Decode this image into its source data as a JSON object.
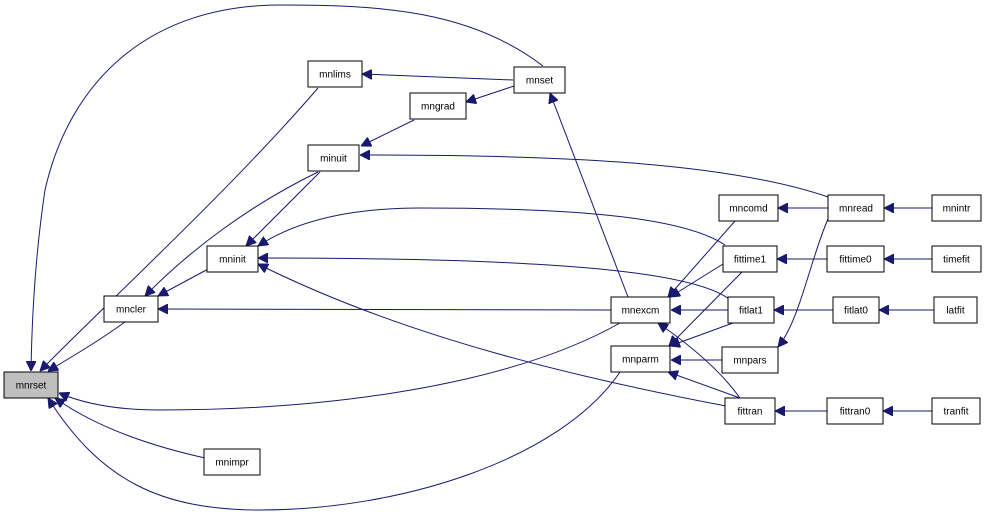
{
  "diagram": {
    "type": "call-graph",
    "highlighted_node": "mnrset",
    "edge_color": "#191970",
    "highlight_fill": "#bfbfbf",
    "nodes": [
      {
        "id": "mnrset",
        "label": "mnrset"
      },
      {
        "id": "mnlims",
        "label": "mnlims"
      },
      {
        "id": "mnset",
        "label": "mnset"
      },
      {
        "id": "mngrad",
        "label": "mngrad"
      },
      {
        "id": "minuit",
        "label": "minuit"
      },
      {
        "id": "mninit",
        "label": "mninit"
      },
      {
        "id": "mncler",
        "label": "mncler"
      },
      {
        "id": "mnimpr",
        "label": "mnimpr"
      },
      {
        "id": "mnexcm",
        "label": "mnexcm"
      },
      {
        "id": "mnparm",
        "label": "mnparm"
      },
      {
        "id": "mncomd",
        "label": "mncomd"
      },
      {
        "id": "fittime1",
        "label": "fittime1"
      },
      {
        "id": "fitlat1",
        "label": "fitlat1"
      },
      {
        "id": "mnpars",
        "label": "mnpars"
      },
      {
        "id": "fittran",
        "label": "fittran"
      },
      {
        "id": "mnread",
        "label": "mnread"
      },
      {
        "id": "fittime0",
        "label": "fittime0"
      },
      {
        "id": "fitlat0",
        "label": "fitlat0"
      },
      {
        "id": "fittran0",
        "label": "fittran0"
      },
      {
        "id": "mnintr",
        "label": "mnintr"
      },
      {
        "id": "timefit",
        "label": "timefit"
      },
      {
        "id": "latfit",
        "label": "latfit"
      },
      {
        "id": "tranfit",
        "label": "tranfit"
      }
    ],
    "edges": [
      {
        "from": "mnset",
        "to": "mnrset"
      },
      {
        "from": "mnlims",
        "to": "mnrset"
      },
      {
        "from": "mncler",
        "to": "mnrset"
      },
      {
        "from": "mnexcm",
        "to": "mnrset"
      },
      {
        "from": "mnimpr",
        "to": "mnrset"
      },
      {
        "from": "mnparm",
        "to": "mnrset"
      },
      {
        "from": "mnset",
        "to": "mnlims"
      },
      {
        "from": "mnset",
        "to": "mngrad"
      },
      {
        "from": "mngrad",
        "to": "minuit"
      },
      {
        "from": "minuit",
        "to": "mninit"
      },
      {
        "from": "minuit",
        "to": "mncler"
      },
      {
        "from": "mnread",
        "to": "minuit"
      },
      {
        "from": "mninit",
        "to": "mncler"
      },
      {
        "from": "mnexcm",
        "to": "mncler"
      },
      {
        "from": "mnexcm",
        "to": "mnset"
      },
      {
        "from": "fittime1",
        "to": "mninit"
      },
      {
        "from": "fitlat1",
        "to": "mninit"
      },
      {
        "from": "fittran",
        "to": "mninit"
      },
      {
        "from": "mnparm",
        "to": "mnimpr"
      },
      {
        "from": "mncomd",
        "to": "mnexcm"
      },
      {
        "from": "fittime1",
        "to": "mnexcm"
      },
      {
        "from": "fitlat1",
        "to": "mnexcm"
      },
      {
        "from": "fittran",
        "to": "mnexcm"
      },
      {
        "from": "mnpars",
        "to": "mnparm"
      },
      {
        "from": "fitlat1",
        "to": "mnparm"
      },
      {
        "from": "fittran",
        "to": "mnparm"
      },
      {
        "from": "fittime1",
        "to": "mnparm"
      },
      {
        "from": "mnread",
        "to": "mncomd"
      },
      {
        "from": "mnread",
        "to": "mnpars"
      },
      {
        "from": "mnintr",
        "to": "mnread"
      },
      {
        "from": "fittime0",
        "to": "fittime1"
      },
      {
        "from": "timefit",
        "to": "fittime0"
      },
      {
        "from": "fitlat0",
        "to": "fitlat1"
      },
      {
        "from": "latfit",
        "to": "fitlat0"
      },
      {
        "from": "fittran0",
        "to": "fittran"
      },
      {
        "from": "tranfit",
        "to": "fittran0"
      }
    ]
  }
}
